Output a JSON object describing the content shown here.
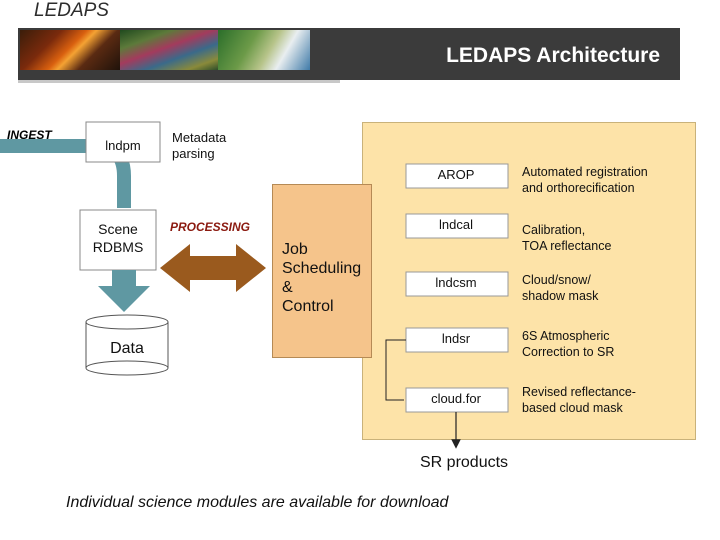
{
  "header": {
    "logo": "LEDAPS",
    "title": "LEDAPS Architecture"
  },
  "ingest": {
    "label": "INGEST",
    "lndpm": "lndpm",
    "metadata": "Metadata\nparsing",
    "scene": "Scene\nRDBMS",
    "data": "Data"
  },
  "processing": {
    "label": "PROCESSING",
    "job": "Job\nScheduling\n&\nControl"
  },
  "modules": [
    {
      "name": "AROP",
      "description": "Automated registration\nand orthorecification"
    },
    {
      "name": "lndcal",
      "description": "Calibration,\nTOA reflectance"
    },
    {
      "name": "lndcsm",
      "description": "Cloud/snow/\nshadow mask"
    },
    {
      "name": "lndsr",
      "description": "6S Atmospheric\nCorrection to SR"
    },
    {
      "name": "cloud.for",
      "description": "Revised reflectance-\nbased cloud mask"
    }
  ],
  "output": "SR products",
  "footnote": "Individual science modules are available for download",
  "colors": {
    "panel": "#fde3a8",
    "job_box": "#f5c48b",
    "flow_arrow": "#5f98a2",
    "processing_arrow": "#9a5a1e",
    "processing_text": "#8b1a10"
  }
}
